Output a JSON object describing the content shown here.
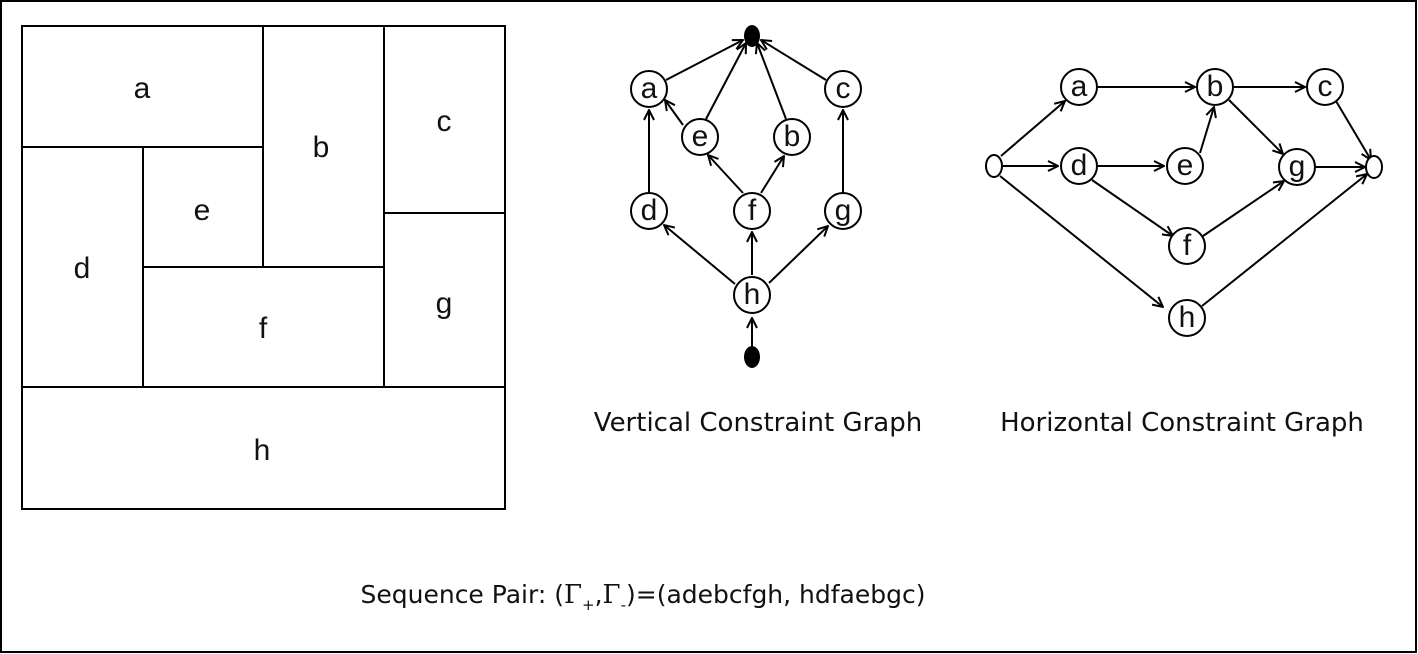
{
  "floorplan": {
    "blocks": [
      {
        "id": "a",
        "label": "a"
      },
      {
        "id": "b",
        "label": "b"
      },
      {
        "id": "c",
        "label": "c"
      },
      {
        "id": "d",
        "label": "d"
      },
      {
        "id": "e",
        "label": "e"
      },
      {
        "id": "f",
        "label": "f"
      },
      {
        "id": "g",
        "label": "g"
      },
      {
        "id": "h",
        "label": "h"
      }
    ]
  },
  "vertical_graph": {
    "caption": "Vertical Constraint Graph",
    "nodes": [
      "a",
      "e",
      "b",
      "c",
      "d",
      "f",
      "g",
      "h"
    ],
    "edges": [
      [
        "bottom",
        "h"
      ],
      [
        "h",
        "d"
      ],
      [
        "h",
        "f"
      ],
      [
        "h",
        "g"
      ],
      [
        "d",
        "a"
      ],
      [
        "f",
        "e"
      ],
      [
        "f",
        "b"
      ],
      [
        "g",
        "c"
      ],
      [
        "e",
        "a"
      ],
      [
        "a",
        "top"
      ],
      [
        "e",
        "top"
      ],
      [
        "b",
        "top"
      ],
      [
        "c",
        "top"
      ]
    ]
  },
  "horizontal_graph": {
    "caption": "Horizontal Constraint Graph",
    "nodes": [
      "a",
      "b",
      "c",
      "d",
      "e",
      "g",
      "f",
      "h"
    ],
    "edges": [
      [
        "source",
        "a"
      ],
      [
        "source",
        "d"
      ],
      [
        "source",
        "h"
      ],
      [
        "a",
        "b"
      ],
      [
        "b",
        "c"
      ],
      [
        "b",
        "g"
      ],
      [
        "d",
        "e"
      ],
      [
        "d",
        "f"
      ],
      [
        "e",
        "b"
      ],
      [
        "f",
        "g"
      ],
      [
        "c",
        "sink"
      ],
      [
        "g",
        "sink"
      ],
      [
        "h",
        "sink"
      ]
    ]
  },
  "sequence_pair": {
    "prefix": "Sequence Pair: (",
    "gamma": "Γ",
    "plus": "+",
    "comma": ",",
    "minus": "-",
    "suffix": ")=(adebcfgh, hdfaebgc)"
  }
}
